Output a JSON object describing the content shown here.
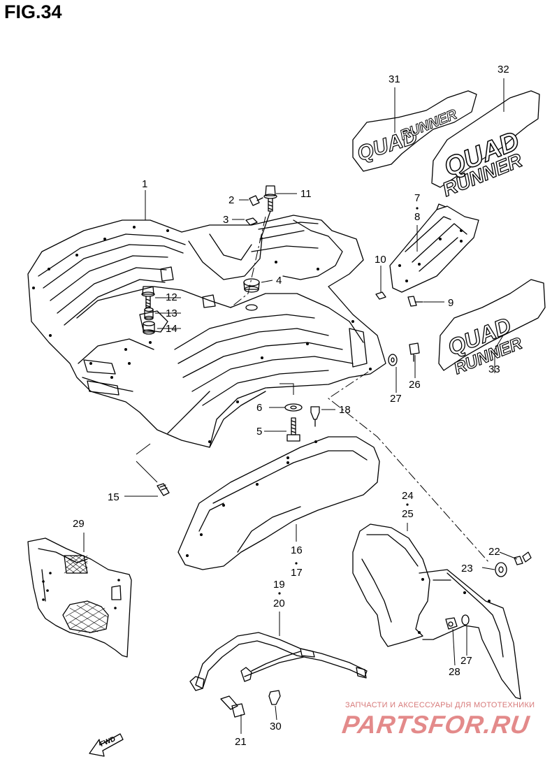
{
  "figure": {
    "title": "FIG.34"
  },
  "labels": {
    "p1": "1",
    "p2": "2",
    "p3": "3",
    "p4": "4",
    "p5": "5",
    "p6": "6",
    "p7": "7",
    "p8": "8",
    "p9": "9",
    "p10": "10",
    "p11": "11",
    "p12": "12",
    "p13": "13",
    "p14": "14",
    "p15": "15",
    "p16": "16",
    "p17": "17",
    "p18": "18",
    "p19": "19",
    "p20": "20",
    "p21": "21",
    "p22": "22",
    "p23": "23",
    "p24": "24",
    "p25": "25",
    "p26": "26",
    "p27a": "27",
    "p27b": "27",
    "p28": "28",
    "p29": "29",
    "p30": "30",
    "p31": "31",
    "p32": "32",
    "p33": "33"
  },
  "decals": {
    "d31_line1": "QUAD",
    "d31_line2": "RUNNER",
    "d32_line1": "QUAD",
    "d32_line2": "RUNNER",
    "d33_line1": "QUAD",
    "d33_line2": "RUNNER"
  },
  "fwd_arrow": {
    "label": "FWD"
  },
  "watermark": {
    "tagline": "ЗАПЧАСТИ И АКСЕССУАРЫ ДЛЯ МОТОТЕХНИКИ",
    "logo": "PARTSFOR.RU"
  }
}
